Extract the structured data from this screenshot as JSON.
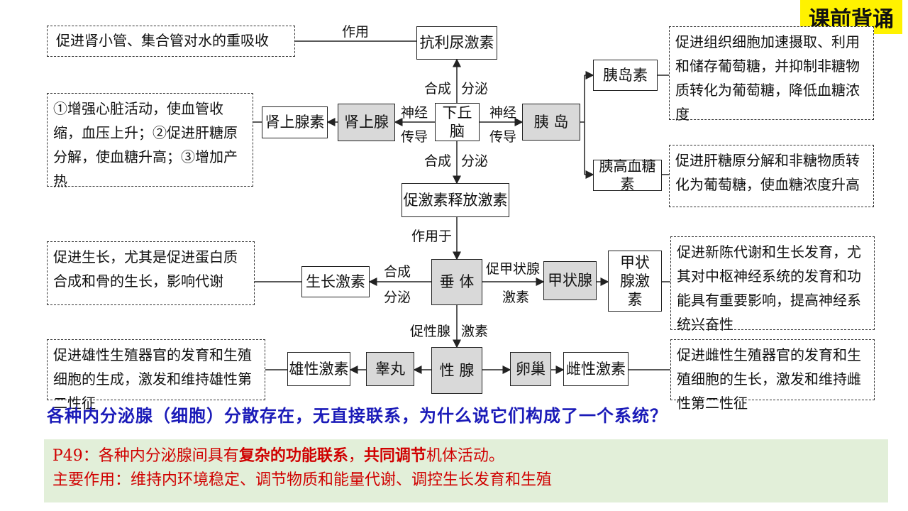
{
  "badge": "课前背诵",
  "nodes": {
    "adh": "抗利尿激素",
    "hypothalamus": "下丘脑",
    "adrenal_gland": "肾上腺",
    "adrenaline": "肾上腺素",
    "islet": "胰 岛",
    "insulin": "胰岛素",
    "glucagon": "胰高血糖素",
    "trh": "促激素释放激素",
    "pituitary": "垂 体",
    "gh": "生长激素",
    "thyroid": "甲状腺",
    "thyroxine": "甲状腺激素",
    "gonad": "性 腺",
    "testis": "睾丸",
    "androgen": "雄性激素",
    "ovary": "卵巢",
    "estrogen": "雌性激素"
  },
  "edge_labels": {
    "adh_effect": "作用",
    "synth_top_a": "合成",
    "synth_top_b": "分泌",
    "nerve_left_a": "神经",
    "nerve_left_b": "传导",
    "nerve_right_a": "神经",
    "nerve_right_b": "传导",
    "synth_bottom_a": "合成",
    "synth_bottom_b": "分泌",
    "acts_on": "作用于",
    "gh_synth_a": "合成",
    "gh_synth_b": "分泌",
    "tsh_a": "促甲状腺",
    "tsh_b": "激素",
    "gnrh_a": "促性腺",
    "gnrh_b": "激素"
  },
  "notes": {
    "adh_note": "促进肾小管、集合管对水的重吸收",
    "adrenaline_note": "①增强心脏活动，使血管收缩，血压上升；②促进肝糖原分解，使血糖升高；③增加产热",
    "insulin_note": "促进组织细胞加速摄取、利用和储存葡萄糖，并抑制非糖物质转化为葡萄糖，降低血糖浓度",
    "glucagon_note": "促进肝糖原分解和非糖物质转化为葡萄糖，使血糖浓度升高",
    "gh_note": "促进生长，尤其是促进蛋白质合成和骨的生长，影响代谢",
    "thyroxine_note": "促进新陈代谢和生长发育，尤其对中枢神经系统的发育和功能具有重要影响，提高神经系统兴奋性",
    "androgen_note": "促进雄性生殖器官的发育和生殖细胞的生成，激发和维持雄性第二性征",
    "estrogen_note": "促进雌性生殖器官的发育和生殖细胞的生长，激发和维持雌性第二性征"
  },
  "question": "各种内分泌腺（细胞）分散存在，无直接联系，为什么说它们构成了一个系统？",
  "answer": {
    "line1_prefix": "P49：各种内分泌腺间具有",
    "line1_bold1": "复杂的功能联系",
    "line1_mid": "，",
    "line1_bold2": "共同调节",
    "line1_suffix": "机体活动。",
    "line2": "主要作用：维持内环境稳定、调节物质和能量代谢、调控生长发育和生殖"
  },
  "colors": {
    "badge_bg": "#fff200",
    "question_text": "#1a1ab8",
    "answer_text": "#d00000",
    "answer_bg": "#e2efd9",
    "gland_fill": "#d9d9d9"
  }
}
